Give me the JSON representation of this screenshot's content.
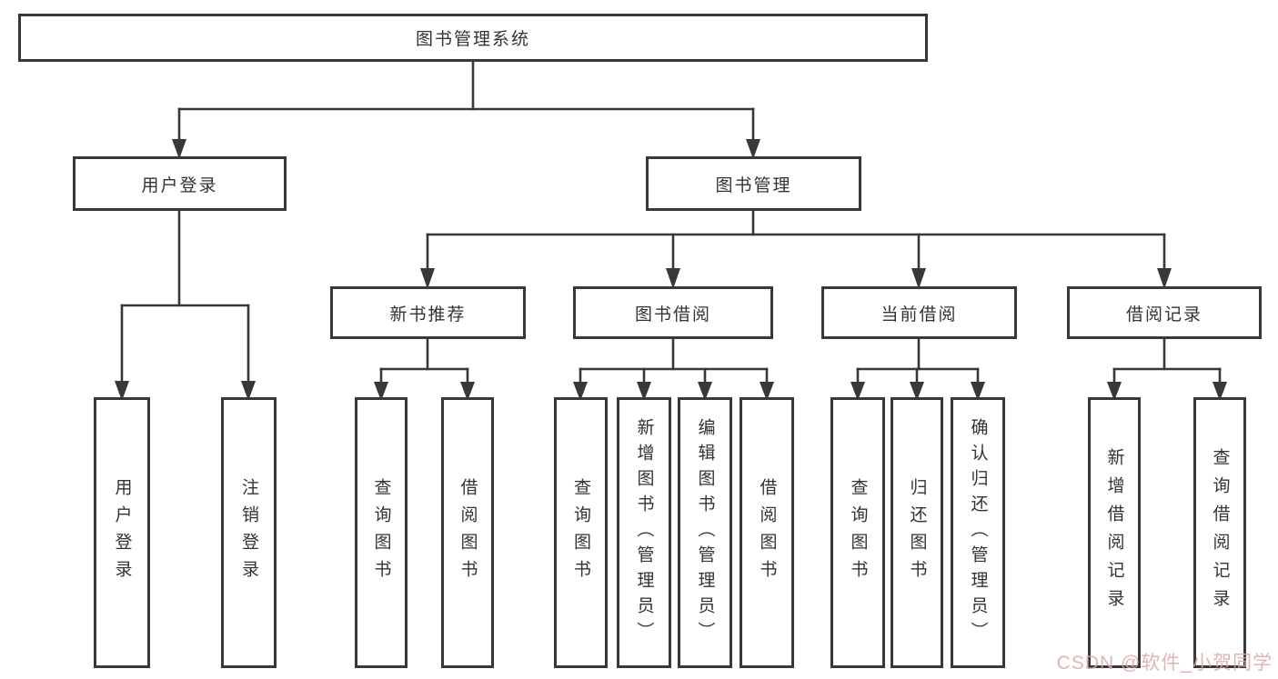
{
  "tree": {
    "label": "图书管理系统",
    "children": [
      {
        "label": "用户登录",
        "children": [
          {
            "label": "用户登录"
          },
          {
            "label": "注销登录"
          }
        ]
      },
      {
        "label": "图书管理",
        "children": [
          {
            "label": "新书推荐",
            "children": [
              {
                "label": "查询图书"
              },
              {
                "label": "借阅图书"
              }
            ]
          },
          {
            "label": "图书借阅",
            "children": [
              {
                "label": "查询图书"
              },
              {
                "label": "新增图书（管理员）"
              },
              {
                "label": "编辑图书（管理员）"
              },
              {
                "label": "借阅图书"
              }
            ]
          },
          {
            "label": "当前借阅",
            "children": [
              {
                "label": "查询图书"
              },
              {
                "label": "归还图书"
              },
              {
                "label": "确认归还（管理员）"
              }
            ]
          },
          {
            "label": "借阅记录",
            "children": [
              {
                "label": "新增借阅记录"
              },
              {
                "label": "查询借阅记录"
              }
            ]
          }
        ]
      }
    ]
  },
  "watermark": "CSDN @软件_小贺同学",
  "colors": {
    "line": "#383838",
    "box_border": "#383838",
    "box_fill": "#ffffff",
    "text": "#333333",
    "watermark": "#dba8a8",
    "background": "#ffffff"
  }
}
